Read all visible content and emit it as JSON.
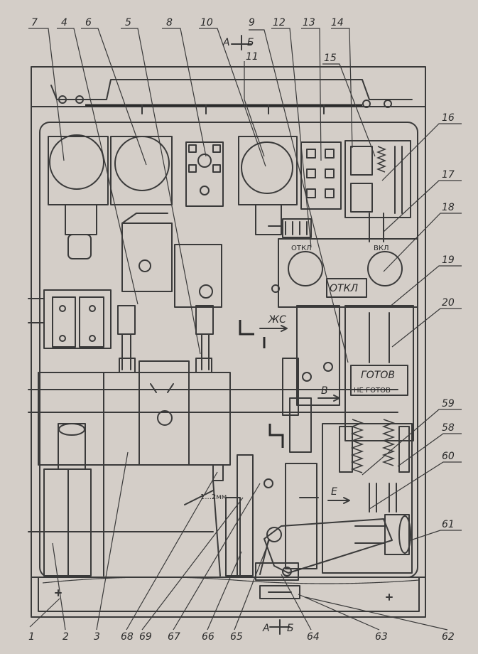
{
  "callouts_top": [
    "7",
    "4",
    "6",
    "5",
    "8",
    "10",
    "9",
    "12",
    "13",
    "14",
    "15",
    "11"
  ],
  "callouts_right": [
    "16",
    "17",
    "18",
    "19",
    "20",
    "59",
    "58",
    "60",
    "61"
  ],
  "callouts_bottom": [
    "1",
    "2",
    "3",
    "68",
    "69",
    "67",
    "66",
    "65",
    "64",
    "63",
    "62"
  ],
  "section_marks": {
    "top_a": "А",
    "top_b": "Б",
    "bottom_a": "А",
    "bottom_b": "Б"
  },
  "labels": {
    "otkl_round": "ОТКЛ",
    "vkl_round": "ВКЛ",
    "otkl_box": "ОТКЛ",
    "gotov": "ГОТОВ",
    "ne_gotov": "НЕ ГОТОВ",
    "zhs": "ЖС",
    "arrow_v": "В",
    "arrow_e": "Е",
    "gap_dim": "1...2мм"
  }
}
